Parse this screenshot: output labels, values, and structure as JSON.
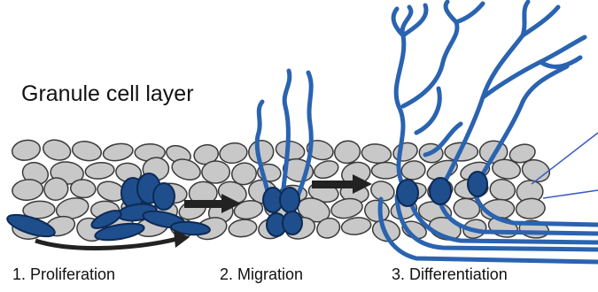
{
  "title": "Granule cell layer",
  "steps": [
    {
      "label": "1. Proliferation"
    },
    {
      "label": "2. Migration"
    },
    {
      "label": "3. Differentiation"
    }
  ],
  "colors": {
    "cell_fill": "#c8c8c8",
    "cell_stroke": "#3a3a3a",
    "granule_dark": "#1f4e8c",
    "granule_outline": "#0d2a55",
    "process_blue": "#2a63b0",
    "arrow": "#222222",
    "pointer_line": "#3b5bbf"
  },
  "icons": [
    "flow-arrow-icon",
    "progression-arrow-icon"
  ]
}
